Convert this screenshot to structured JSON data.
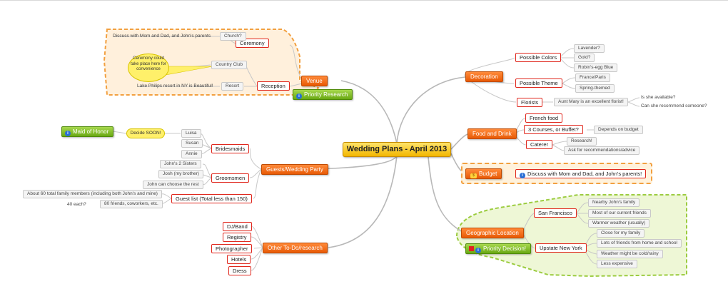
{
  "map": {
    "central": "Wedding Plans - April 2013",
    "venue": {
      "label": "Venue",
      "ceremony": "Ceremony",
      "church": "Church?",
      "church_note": "Discuss with Mom and Dad, and John's parents",
      "reception": "Reception",
      "country_club": "Country Club",
      "resort": "Resort",
      "resort_note": "Lake Philips resort in NY is Beautiful!",
      "callout": "Ceremony could take place here for convenience",
      "priority": "Priority Research"
    },
    "guests": {
      "label": "Guests/Wedding Party",
      "maid_of_honor": "Maid of Honor",
      "decide": "Decide SOON!",
      "bridesmaids": "Bridesmaids",
      "bridesmaid_names": [
        "Luisa",
        "Susan",
        "Annie"
      ],
      "groomsmen": "Groomsmen",
      "groomsmen_items": [
        "John's 2 Sisters",
        "Josh (my brother)",
        "John can choose the rest"
      ],
      "guest_list": "Guest list (Total less than 150)",
      "guest_list_items": [
        "About 60 total family members (including both John's and mine)",
        "80 friends, coworkers, etc."
      ],
      "forty": "40 each?"
    },
    "other": {
      "label": "Other To-Do/research",
      "items": [
        "DJ/Band",
        "Registry",
        "Photographer",
        "Hotels",
        "Dress"
      ]
    },
    "decoration": {
      "label": "Decoration",
      "colors": "Possible Colors",
      "color_items": [
        "Lavender?",
        "Gold?",
        "Robin's-egg Blue"
      ],
      "theme": "Possible Theme",
      "theme_items": [
        "France/Paris",
        "Spring-themed"
      ],
      "florists": "Florists",
      "aunt": "Aunt Mary is an excellent florist!",
      "available": "Is she available?",
      "recommend": "Can she recommend someone?"
    },
    "food": {
      "label": "Food and Drink",
      "french": "French food",
      "courses": "3 Courses, or Buffet?",
      "depends": "Depends on budget",
      "caterer": "Caterer",
      "research": "Research!",
      "ask": "Ask for recommendations/advice"
    },
    "budget": {
      "label": "Budget",
      "discuss": "Discuss with Mom and Dad, and John's parents!"
    },
    "geo": {
      "label": "Geographic Location",
      "sf": "San Francisco",
      "sf_items": [
        "Nearby John's family",
        "Most of our current friends",
        "Warmer weather (usually)"
      ],
      "ny": "Upstate New York",
      "ny_items": [
        "Close for my family",
        "Lots of friends from home and school",
        "Weather might be cold/rainy",
        "Less expensive"
      ],
      "priority": "Priority Decision!"
    }
  }
}
